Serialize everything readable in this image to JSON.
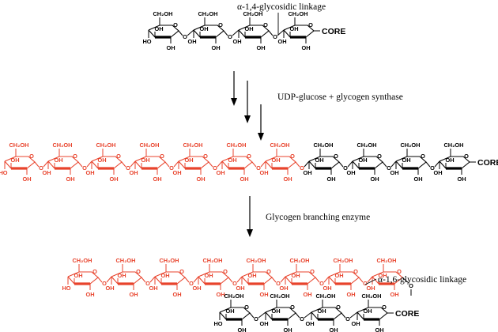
{
  "colors": {
    "black": "#000000",
    "red": "#e8432c"
  },
  "labels": {
    "alpha14": "α-1,4-glycosidic linkage",
    "step1": "UDP-glucose + glycogen synthase",
    "step2": "Glycogen branching enzyme",
    "alpha16": "α-1,6-glycosidic linkage",
    "core": "CORE"
  },
  "atoms": {
    "ch2oh": "CH₂OH",
    "oh": "OH",
    "o": "O",
    "ho": "HO",
    "ch2": "CH₂"
  },
  "rows": {
    "row1": [
      "black",
      "black",
      "black",
      "black"
    ],
    "row2": [
      "red",
      "red",
      "red",
      "red",
      "red",
      "red",
      "red",
      "black",
      "black",
      "black",
      "black"
    ],
    "row3_top": [
      "red",
      "red",
      "red",
      "red",
      "red",
      "red",
      "red",
      "red"
    ],
    "row3_bottom": [
      "black",
      "black",
      "black",
      "black"
    ]
  }
}
